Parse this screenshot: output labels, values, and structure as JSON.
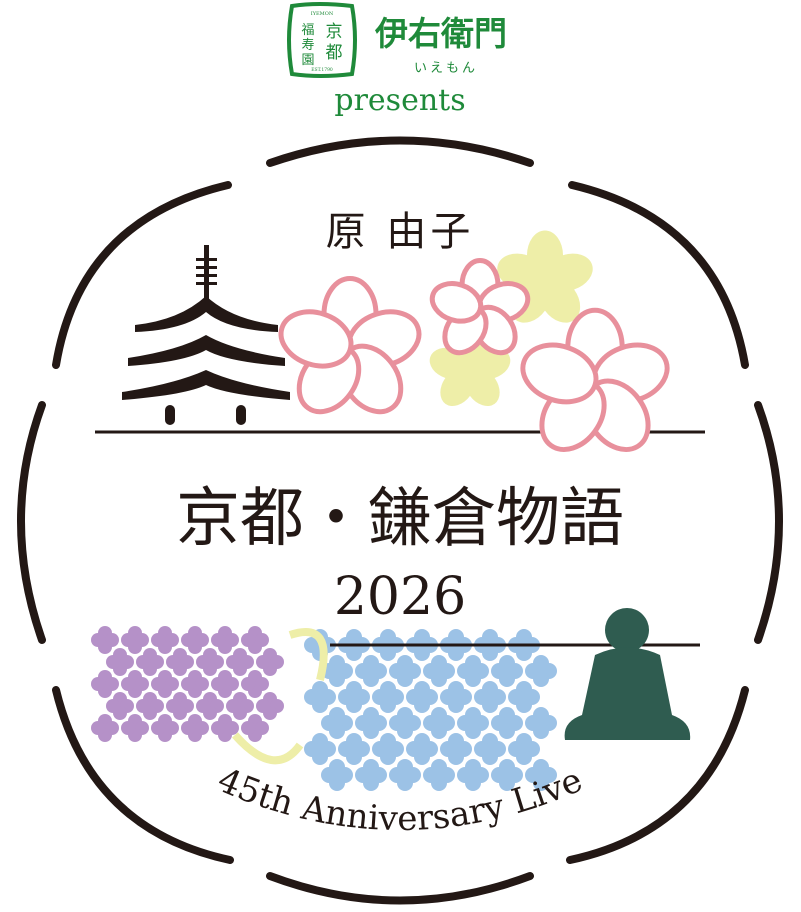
{
  "sponsor": {
    "badge_top": "IYEMON",
    "badge_chars": [
      "福",
      "寿",
      "園",
      "京",
      "都"
    ],
    "badge_est": "EST.1790",
    "brand": "伊右衛門",
    "brand_kana": "いえもん",
    "presents": "presents"
  },
  "artist": "原 由子",
  "title": "京都・鎌倉物語",
  "year": "2026",
  "subtitle": "45th Anniversary Live",
  "colors": {
    "green": "#1f8a3a",
    "ink": "#231815",
    "sakura": "#e8909c",
    "yellow": "#eeeea8",
    "purple": "#b591c8",
    "blue": "#9cc2e6",
    "buddha": "#2f5c50"
  }
}
